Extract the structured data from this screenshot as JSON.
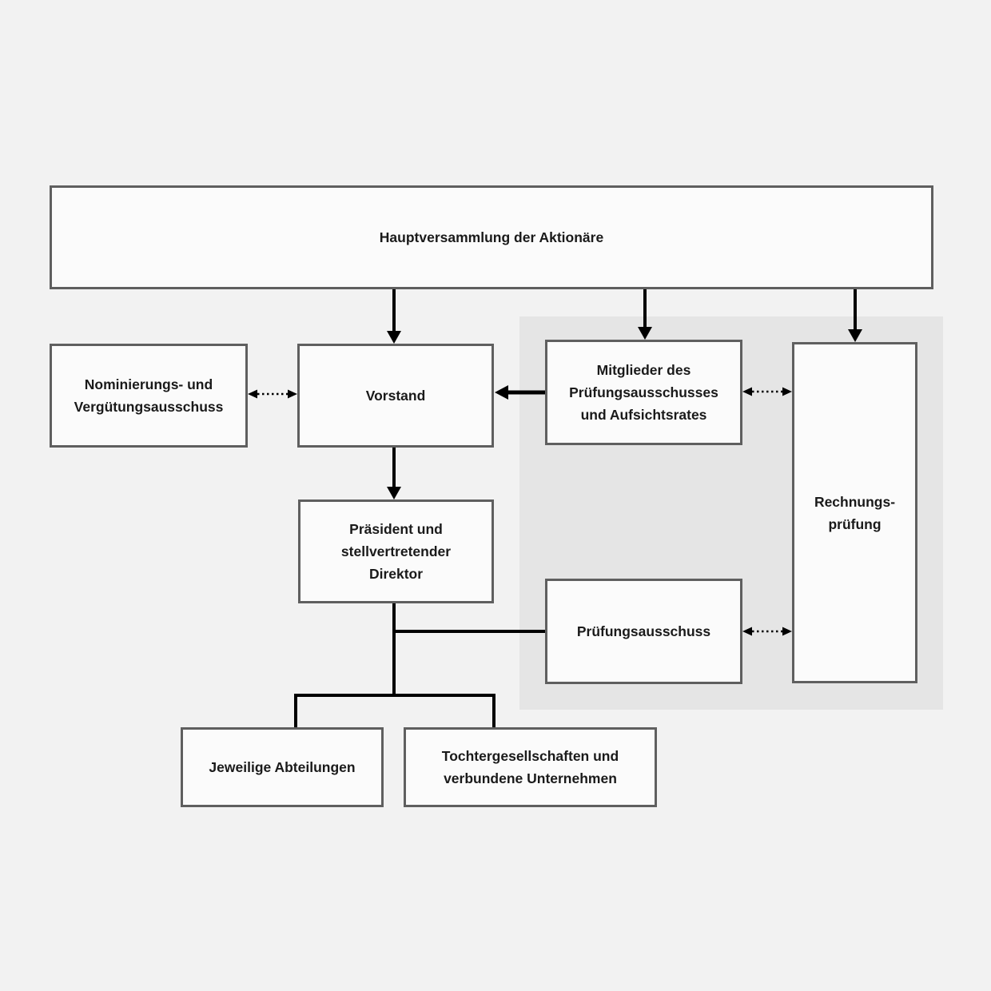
{
  "diagram": {
    "nodes": {
      "hauptversammlung": {
        "label": "Hauptversammlung der Aktionäre"
      },
      "nominierung": {
        "label": "Nominierungs- und\nVergütungsausschuss"
      },
      "vorstand": {
        "label": "Vorstand"
      },
      "mitglieder": {
        "label": "Mitglieder des\nPrüfungsausschusses\nund Aufsichtsrates"
      },
      "rechnungspruefung": {
        "label": "Rechnungs-\nprüfung"
      },
      "praesident": {
        "label": "Präsident und\nstellvertretender\nDirektor"
      },
      "pruefungsausschuss": {
        "label": "Prüfungsausschuss"
      },
      "abteilungen": {
        "label": "Jeweilige Abteilungen"
      },
      "tochter": {
        "label": "Tochtergesellschaften und\nverbundene Unternehmen"
      }
    },
    "colors": {
      "page_background": "#f2f2f2",
      "panel_background": "#e5e5e5",
      "box_fill": "#fbfbfb",
      "box_border": "#5f5f5f",
      "line": "#000000",
      "text": "#1a1a1a"
    }
  }
}
